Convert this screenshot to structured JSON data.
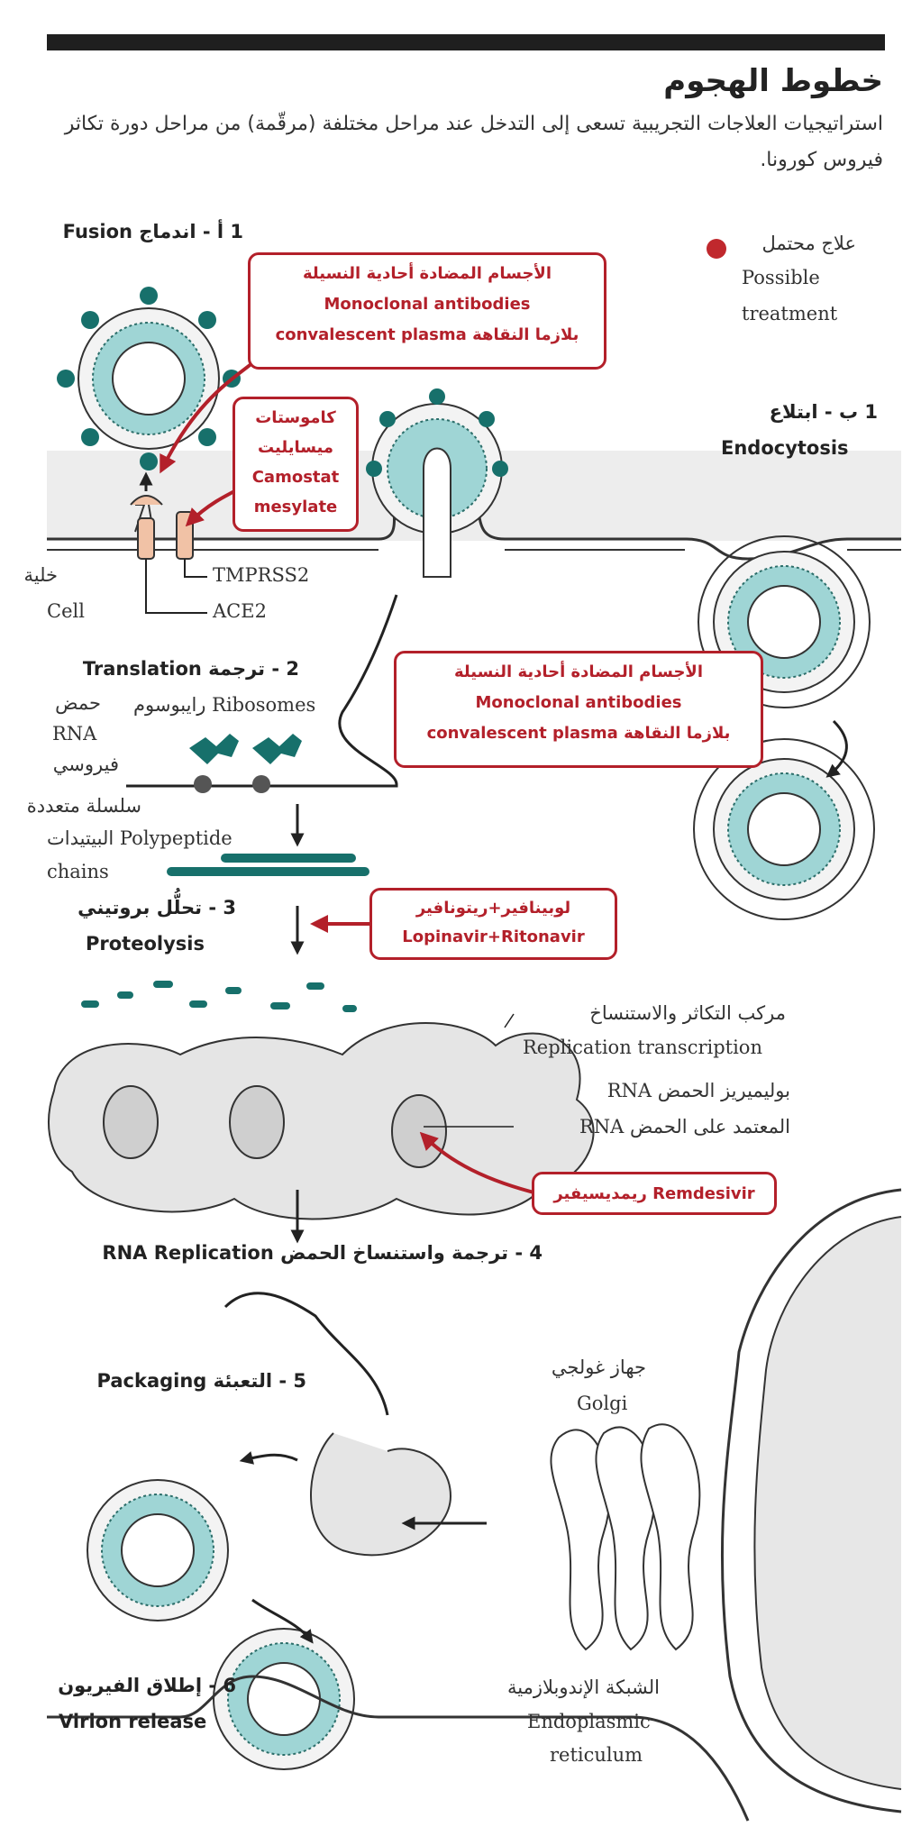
{
  "header": {
    "title": "خطوط الهجوم",
    "subtitle": "استراتيجيات العلاجات التجريبية تسعى إلى التدخل عند مراحل مختلفة (مرقّمة) من مراحل دورة تكاثر فيروس كورونا."
  },
  "legend": {
    "ar": "علاج محتمل",
    "en_line1": "Possible",
    "en_line2": "treatment",
    "color": "#c0282d"
  },
  "stages": {
    "fusion": "1 أ - اندماج Fusion",
    "endocytosis_ar": "1 ب - ابتلاع",
    "endocytosis_en": "Endocytosis",
    "translation": "2 - ترجمة Translation",
    "proteolysis_ar": "3 - تحلُّل بروتيني",
    "proteolysis_en": "Proteolysis",
    "replication": "4 - ترجمة واستنساخ الحمض RNA Replication",
    "packaging": "5 - التعبئة Packaging",
    "release_ar": "6 - إطلاق الفيريون",
    "release_en": "Virion release"
  },
  "labels": {
    "cell_ar": "خلية",
    "cell_en": "Cell",
    "tmprss2": "TMPRSS2",
    "ace2": "ACE2",
    "rna_ar1": "حمض",
    "rna_en": "RNA",
    "rna_ar2": "فيروسي",
    "ribosomes": "رايبوسوم Ribosomes",
    "poly_ar": "سلسلة متعددة",
    "poly_mixed": "البيتيدات Polypeptide",
    "poly_en2": "chains",
    "rtc_ar": "مركب التكاثر والاستنساخ",
    "rtc_en": "Replication transcription",
    "rdrp_line1": "بوليميريز الحمض RNA",
    "rdrp_line2": "المعتمد على الحمض RNA",
    "golgi_ar": "جهاز غولجي",
    "golgi_en": "Golgi",
    "er_ar": "الشبكة الإندوبلازمية",
    "er_en1": "Endoplasmic",
    "er_en2": "reticulum"
  },
  "treatments": {
    "mab1": {
      "ar": "الأجسام المضادة أحادية النسيلة",
      "en": "Monoclonal antibodies",
      "plasma": "convalescent plasma بلازما النقاهة"
    },
    "camostat": {
      "ar1": "كاموستات",
      "ar2": "ميسايليت",
      "en1": "Camostat",
      "en2": "mesylate"
    },
    "mab2": {
      "ar": "الأجسام المضادة أحادية النسيلة",
      "en": "Monoclonal antibodies",
      "plasma": "convalescent plasma بلازما النقاهة"
    },
    "lopinavir": {
      "ar": "لوبينافير+ريتونافير",
      "en": "Lopinavir+Ritonavir"
    },
    "remdesivir": {
      "label": "ريمديسيفير Remdesivir"
    }
  },
  "colors": {
    "treatment": "#b3202a",
    "teal": "#17706b",
    "light_teal": "#8ccfcf",
    "membrane": "#e9e9e9",
    "outline": "#333333",
    "salmon": "#f1c2a6"
  }
}
